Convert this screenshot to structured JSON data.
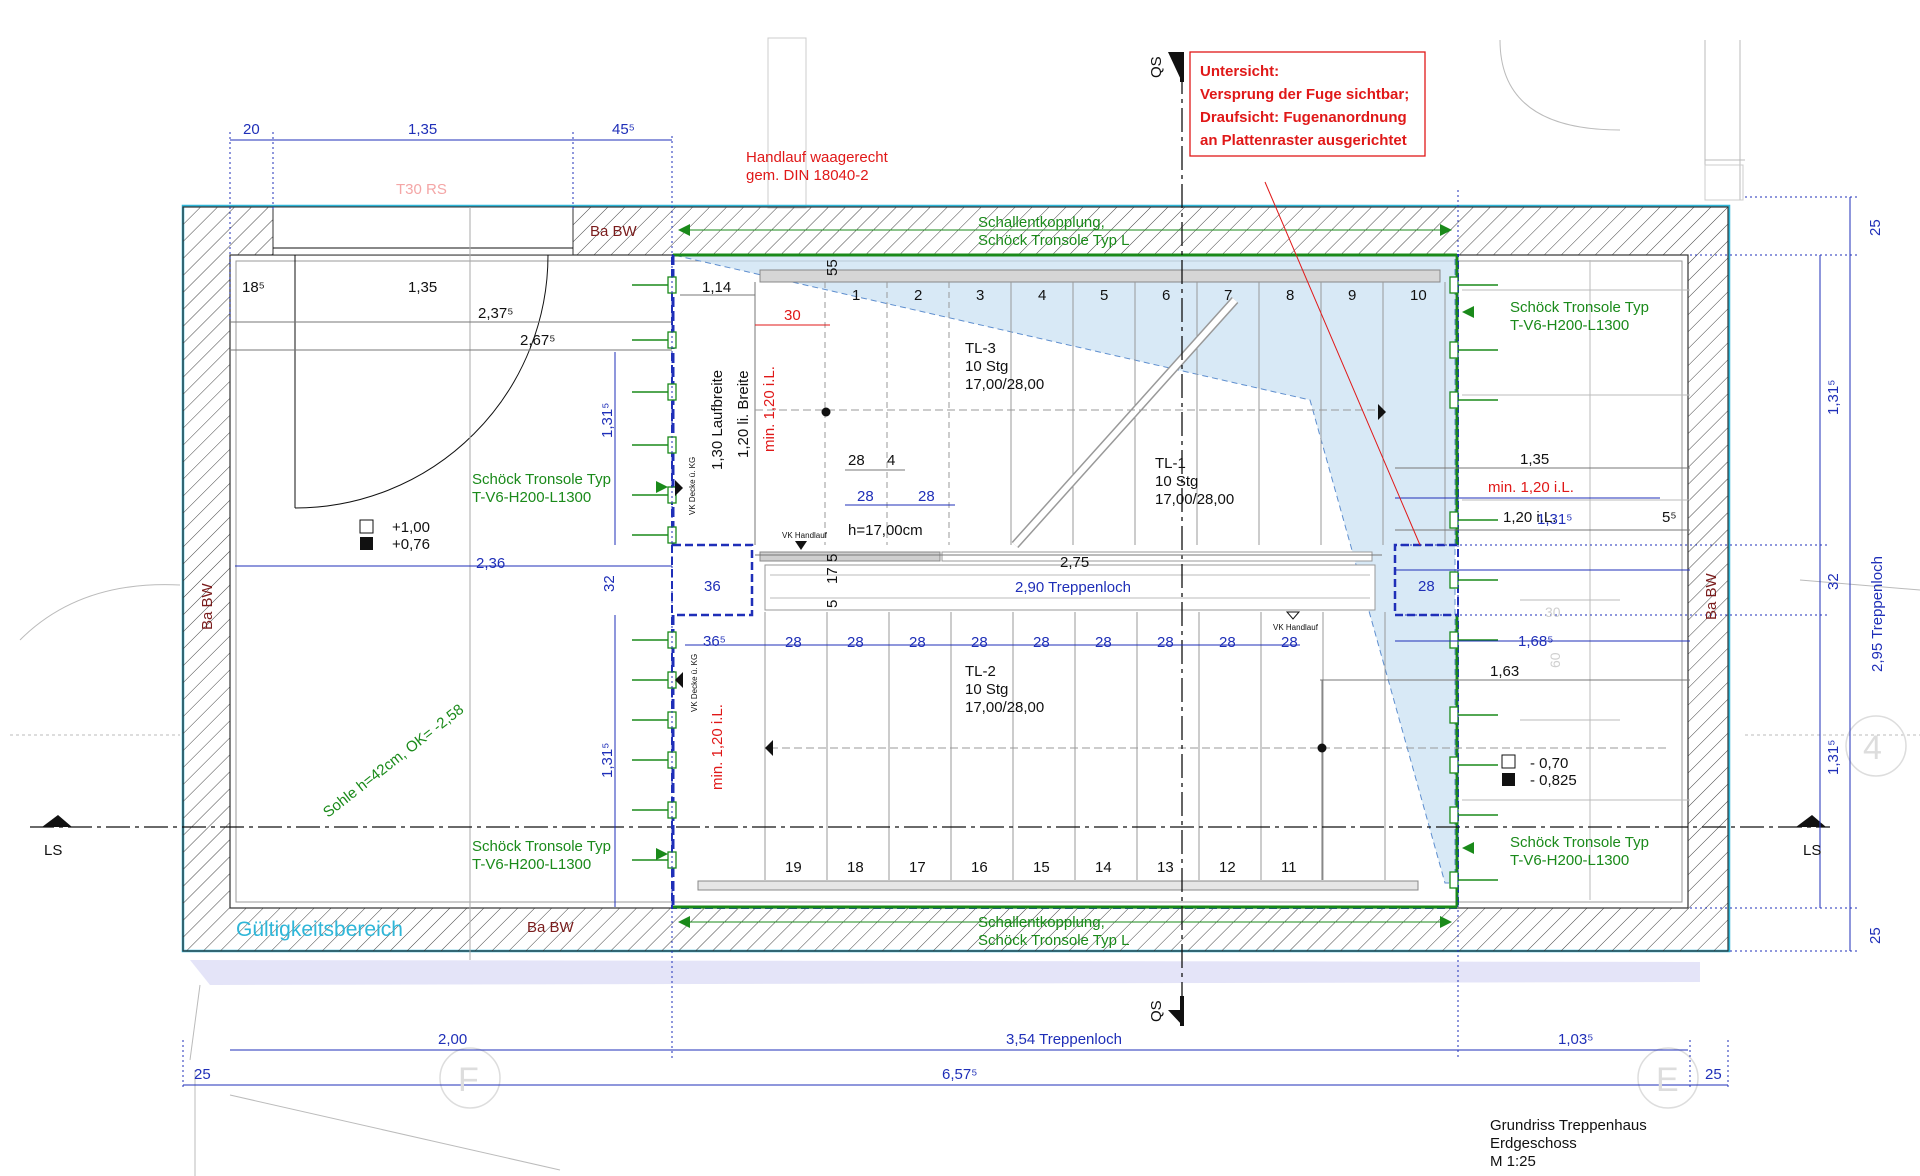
{
  "note": {
    "line1": "Untersicht:",
    "line2": "Versprung der Fuge sichtbar;",
    "line3": "Draufsicht: Fugenanordnung",
    "line4": "an Plattenraster ausgerichtet"
  },
  "handrail_note": {
    "line1": "Handlauf waagerecht",
    "line2": "gem. DIN 18040-2"
  },
  "labels": {
    "t30": "T30 RS",
    "ba_bw": "Ba BW",
    "schallentkopplung": "Schallentkopplung,",
    "schoeck_l": "Schöck Tronsole Typ L",
    "schoeck_typ": "Schöck Tronsole Typ",
    "schoeck_model": "T-V6-H200-L1300",
    "gueltigkeit": "Gültigkeitsbereich",
    "sohle": "Sohle h=42cm, OK= -2,58",
    "vk_handlauf": "VK Handlauf",
    "vk_decke": "VK Decke ü. KG",
    "h17": "h=17,00cm",
    "laufbreite": "1,30 Laufbreite",
    "li_breite": "1,20 li. Breite",
    "min_il": "min. 1,20 i.L.",
    "treppenloch_290": "2,90 Treppenloch",
    "treppenloch_354": "3,54 Treppenloch",
    "treppenloch_295": "2,95 Treppenloch",
    "ls": "LS",
    "qs": "QS",
    "grid_f": "F",
    "grid_e": "E",
    "grid_4": "4"
  },
  "flights": {
    "tl3": {
      "name": "TL-3",
      "steps": "10 Stg",
      "ratio": "17,00/28,00"
    },
    "tl1": {
      "name": "TL-1",
      "steps": "10 Stg",
      "ratio": "17,00/28,00"
    },
    "tl2": {
      "name": "TL-2",
      "steps": "10 Stg",
      "ratio": "17,00/28,00"
    }
  },
  "levels": {
    "upper_white": "+1,00",
    "upper_black": "+0,76",
    "lower_white": "- 0,70",
    "lower_black": "- 0,825"
  },
  "steps_top": [
    "1",
    "2",
    "3",
    "4",
    "5",
    "6",
    "7",
    "8",
    "9",
    "10"
  ],
  "steps_bottom": [
    "19",
    "18",
    "17",
    "16",
    "15",
    "14",
    "13",
    "12",
    "11"
  ],
  "treads_bottom": [
    "28",
    "28",
    "28",
    "28",
    "28",
    "28",
    "28",
    "28",
    "28"
  ],
  "dims": {
    "d20": "20",
    "d135": "1,35",
    "d455": "45⁵",
    "d185": "18⁵",
    "d2375": "2,37⁵",
    "d2675": "2,67⁵",
    "d114": "1,14",
    "d30": "30",
    "d55": "55",
    "d1315": "1,31⁵",
    "d28": "28",
    "d4": "4",
    "d236": "2,36",
    "d32": "32",
    "d36": "36",
    "d275": "2,75",
    "d5": "5",
    "d17": "17",
    "d365": "36⁵",
    "d1685": "1,68⁵",
    "d163": "1,63",
    "d120il": "1,20 i.L.",
    "min120il": "min. 1,20 i.L.",
    "d25": "25",
    "d200": "2,00",
    "d1035": "1,03⁵",
    "d6575": "6,57⁵",
    "d60": "60",
    "d5b": "5⁵"
  },
  "title_block": {
    "line1": "Grundriss Treppenhaus",
    "line2": "Erdgeschoss",
    "line3": "M 1:25"
  }
}
